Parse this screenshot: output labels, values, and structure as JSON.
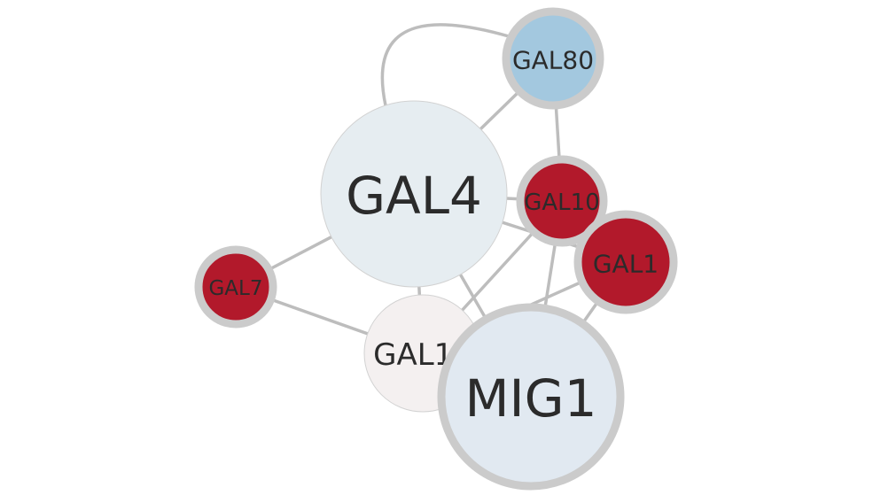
{
  "nodes": [
    {
      "id": "GAL80",
      "label": "GAL80",
      "fill": "#a3c8df",
      "ring": "#cbcbcb"
    },
    {
      "id": "GAL4",
      "label": "GAL4",
      "fill": "#e6edf1",
      "ring": "#d2d2d2"
    },
    {
      "id": "GAL10",
      "label": "GAL10",
      "fill": "#b2192b",
      "ring": "#cbcbcb"
    },
    {
      "id": "GAL1",
      "label": "GAL1",
      "fill": "#b2192b",
      "ring": "#cbcbcb"
    },
    {
      "id": "GAL7",
      "label": "GAL7",
      "fill": "#b2192b",
      "ring": "#cbcbcb"
    },
    {
      "id": "GAL11",
      "label": "GAL11",
      "fill": "#f4f0f0",
      "ring": "#d2d2d2"
    },
    {
      "id": "MIG1",
      "label": "MIG1",
      "fill": "#e1e9f1",
      "ring": "#cbcbcb"
    }
  ],
  "edges": [
    {
      "source": "GAL4",
      "target": "GAL80"
    },
    {
      "source": "GAL4",
      "target": "GAL80"
    },
    {
      "source": "GAL80",
      "target": "GAL10"
    },
    {
      "source": "GAL4",
      "target": "GAL10"
    },
    {
      "source": "GAL4",
      "target": "GAL1"
    },
    {
      "source": "GAL4",
      "target": "GAL7"
    },
    {
      "source": "GAL4",
      "target": "GAL11"
    },
    {
      "source": "GAL4",
      "target": "MIG1"
    },
    {
      "source": "GAL7",
      "target": "GAL11"
    },
    {
      "source": "GAL10",
      "target": "GAL11"
    },
    {
      "source": "GAL10",
      "target": "MIG1"
    },
    {
      "source": "GAL1",
      "target": "MIG1"
    },
    {
      "source": "GAL1",
      "target": "GAL11"
    }
  ],
  "colors": {
    "edge": "#bdbdbd",
    "label": "#2b2b2b",
    "background": "#ffffff"
  }
}
